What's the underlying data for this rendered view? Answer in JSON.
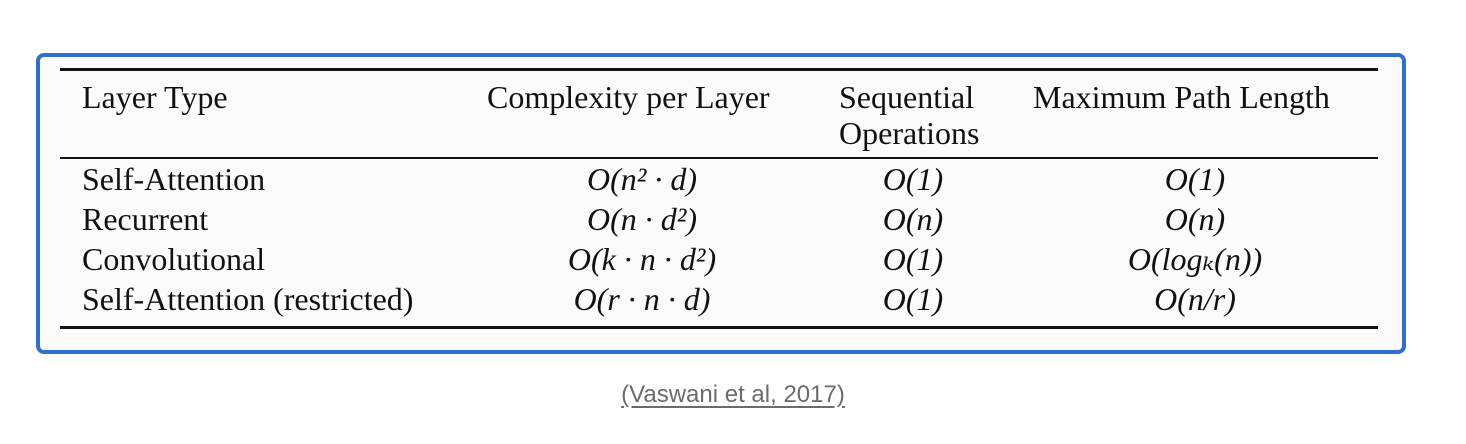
{
  "table": {
    "headers": {
      "layer_type": "Layer Type",
      "complexity": "Complexity per Layer",
      "sequential": "Sequential Operations",
      "max_path": "Maximum Path Length"
    },
    "rows": [
      {
        "layer": "Self-Attention",
        "complexity": "O(n² · d)",
        "sequential": "O(1)",
        "max_path": "O(1)"
      },
      {
        "layer": "Recurrent",
        "complexity": "O(n · d²)",
        "sequential": "O(n)",
        "max_path": "O(n)"
      },
      {
        "layer": "Convolutional",
        "complexity": "O(k · n · d²)",
        "sequential": "O(1)",
        "max_path": "O(logₖ(n))"
      },
      {
        "layer": "Self-Attention (restricted)",
        "complexity": "O(r · n · d)",
        "sequential": "O(1)",
        "max_path": "O(n/r)"
      }
    ]
  },
  "caption": "(Vaswani et al, 2017)",
  "colors": {
    "frame_border": "#2f6fd0",
    "caption_text": "#6b6b6b"
  }
}
